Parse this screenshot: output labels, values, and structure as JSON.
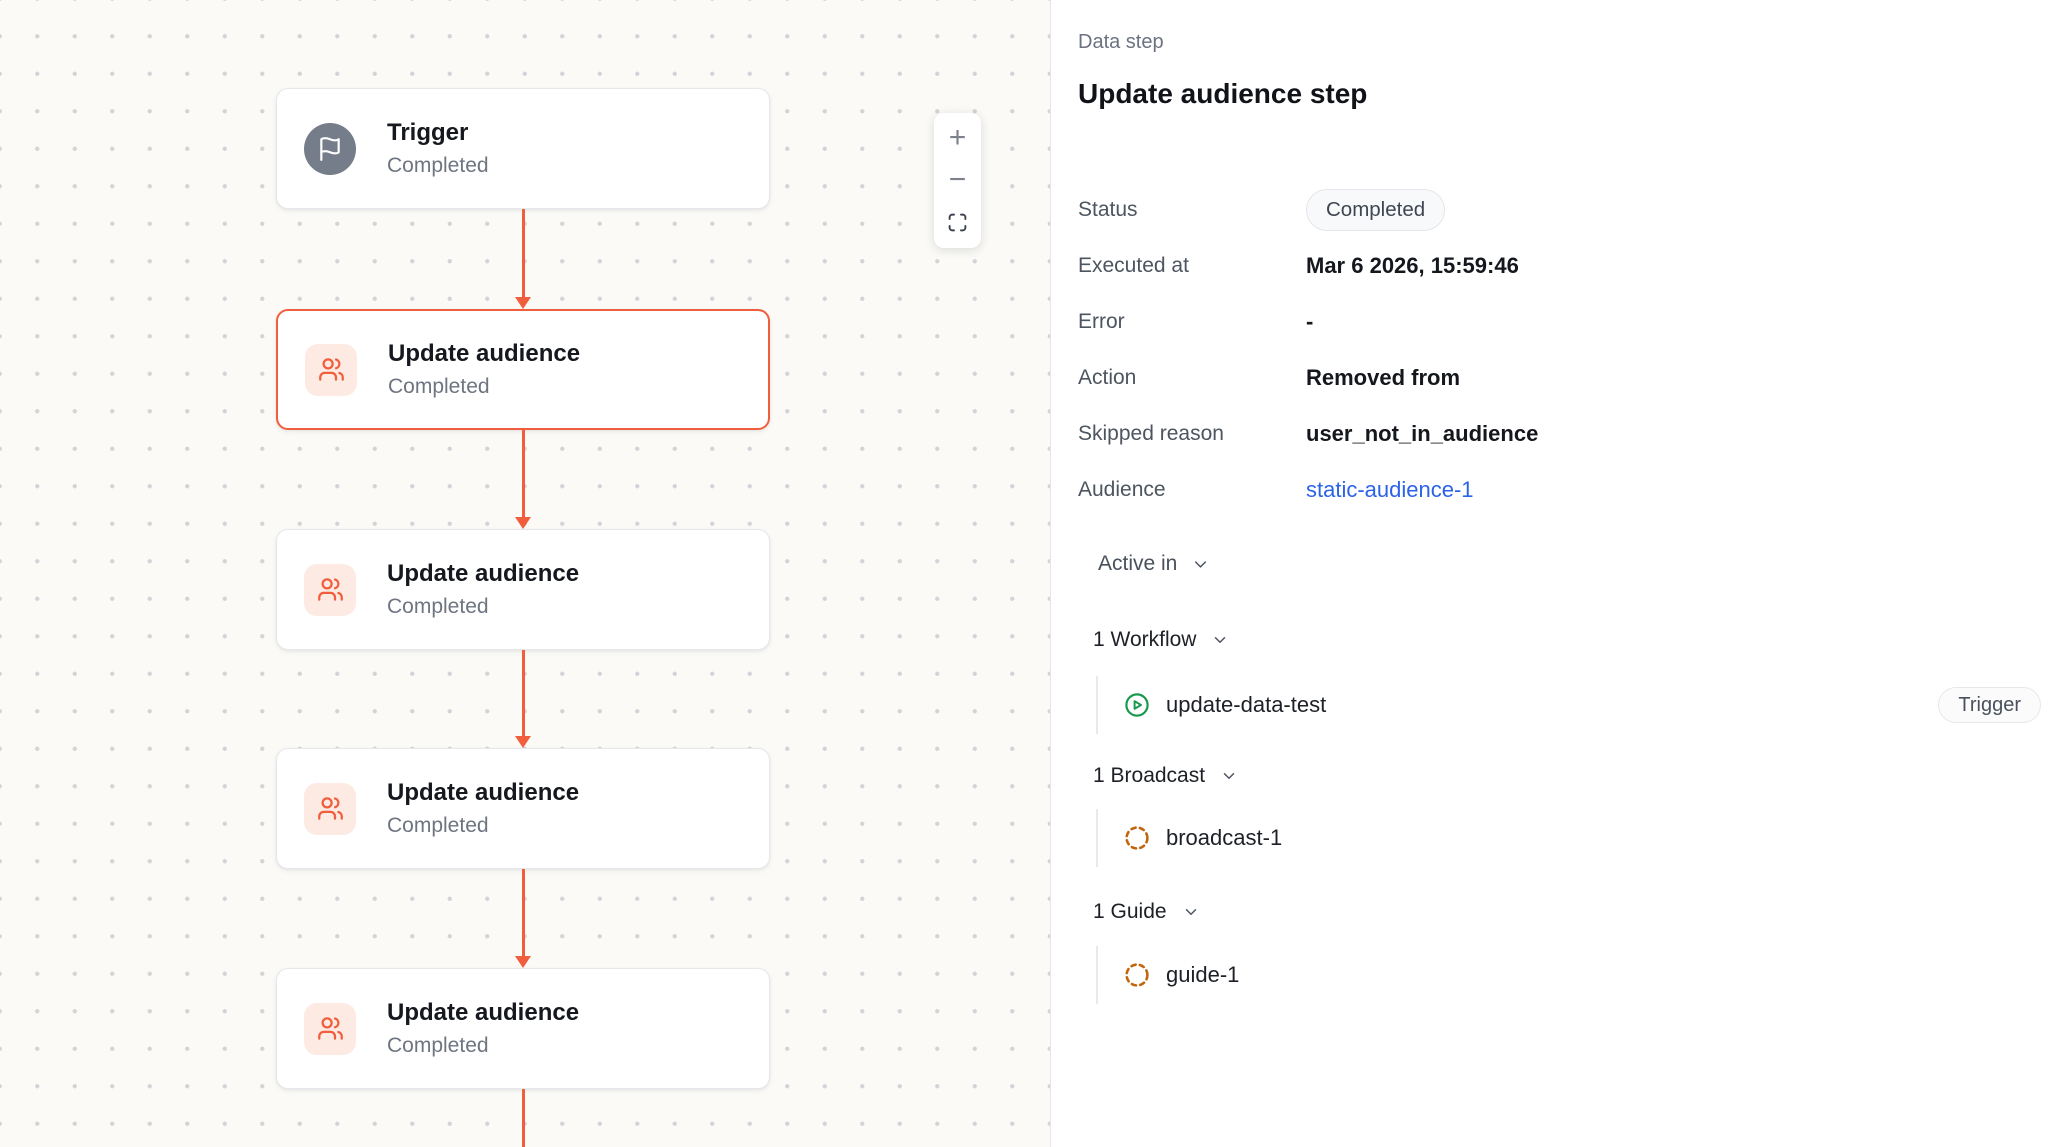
{
  "canvas": {
    "controls": {
      "zoom_in_label": "+",
      "zoom_out_label": "−"
    },
    "nodes": [
      {
        "title": "Trigger",
        "status": "Completed",
        "icon": "flag-icon",
        "selected": false
      },
      {
        "title": "Update audience",
        "status": "Completed",
        "icon": "users-icon",
        "selected": true
      },
      {
        "title": "Update audience",
        "status": "Completed",
        "icon": "users-icon",
        "selected": false
      },
      {
        "title": "Update audience",
        "status": "Completed",
        "icon": "users-icon",
        "selected": false
      },
      {
        "title": "Update audience",
        "status": "Completed",
        "icon": "users-icon",
        "selected": false
      }
    ]
  },
  "panel": {
    "eyebrow": "Data step",
    "title": "Update audience step",
    "fields": [
      {
        "label": "Status",
        "value": "Completed",
        "type": "badge"
      },
      {
        "label": "Executed at",
        "value": "Mar 6 2026, 15:59:46",
        "type": "text"
      },
      {
        "label": "Error",
        "value": "-",
        "type": "text"
      },
      {
        "label": "Action",
        "value": "Removed from",
        "type": "text"
      },
      {
        "label": "Skipped reason",
        "value": "user_not_in_audience",
        "type": "text"
      },
      {
        "label": "Audience",
        "value": "static-audience-1",
        "type": "link"
      }
    ],
    "active_in": {
      "label": "Active in",
      "groups": [
        {
          "label": "1 Workflow",
          "items": [
            {
              "name": "update-data-test",
              "icon": "play-circle-icon",
              "badge": "Trigger"
            }
          ]
        },
        {
          "label": "1 Broadcast",
          "items": [
            {
              "name": "broadcast-1",
              "icon": "dashed-circle-icon"
            }
          ]
        },
        {
          "label": "1 Guide",
          "items": [
            {
              "name": "guide-1",
              "icon": "dashed-circle-icon"
            }
          ]
        }
      ]
    }
  },
  "colors": {
    "accent": "#f15e3d",
    "accent_soft": "#fdeae3",
    "trigger_gray": "#757d8a",
    "link_blue": "#2b63e8",
    "workflow_green": "#179a4e",
    "draft_amber": "#c2660e",
    "border": "#e6e8ec",
    "canvas_bg": "#fbfaf7",
    "text_primary": "#14171c",
    "text_secondary": "#6e7581"
  }
}
